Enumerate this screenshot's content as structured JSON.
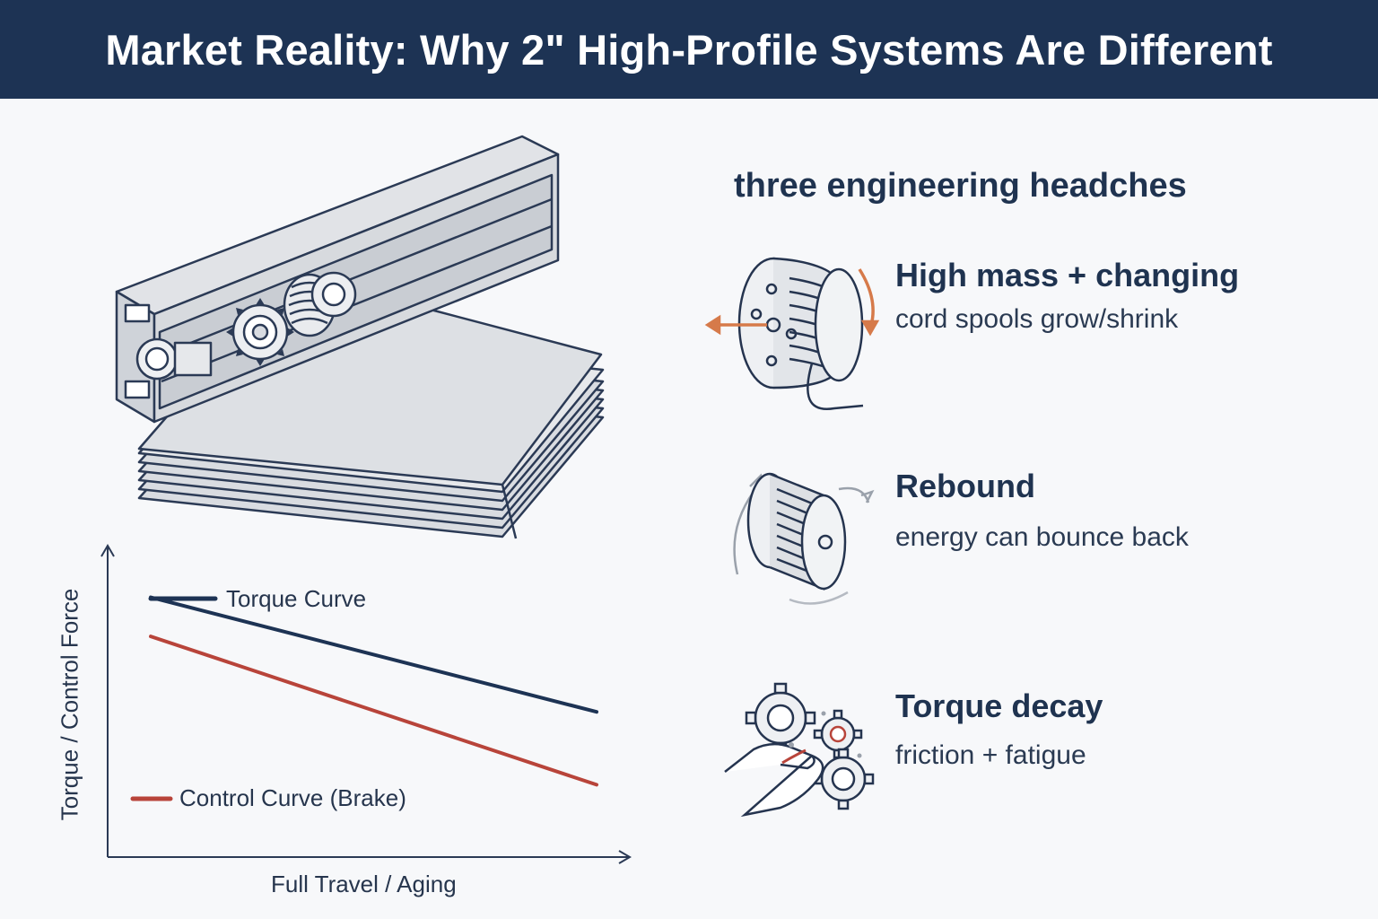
{
  "header": {
    "title": "Market Reality: Why 2\" High-Profile Systems Are Different"
  },
  "headaches": {
    "title": "three engineering headches",
    "items": [
      {
        "title": "High mass + changing",
        "desc": "cord spools grow/shrink",
        "icon": "cord-spool-icon"
      },
      {
        "title": "Rebound",
        "desc": "energy can bounce back",
        "icon": "rebound-spool-icon"
      },
      {
        "title": "Torque decay",
        "desc": "friction + fatigue",
        "icon": "gears-hand-icon"
      }
    ]
  },
  "chart_data": {
    "type": "line",
    "xlabel": "Full Travel / Aging",
    "ylabel": "Torque / Control Force",
    "x": [
      0,
      1
    ],
    "xlim": [
      0,
      1
    ],
    "ylim": [
      0,
      1
    ],
    "series": [
      {
        "name": "Torque Curve",
        "color": "#1d3354",
        "values": [
          0.86,
          0.42
        ]
      },
      {
        "name": "Control Curve (Brake)",
        "color": "#b8443a",
        "values": [
          0.71,
          0.14
        ]
      }
    ]
  },
  "colors": {
    "navy": "#1d3354",
    "accent_orange": "#d67a4a",
    "brake_red": "#b8443a"
  }
}
